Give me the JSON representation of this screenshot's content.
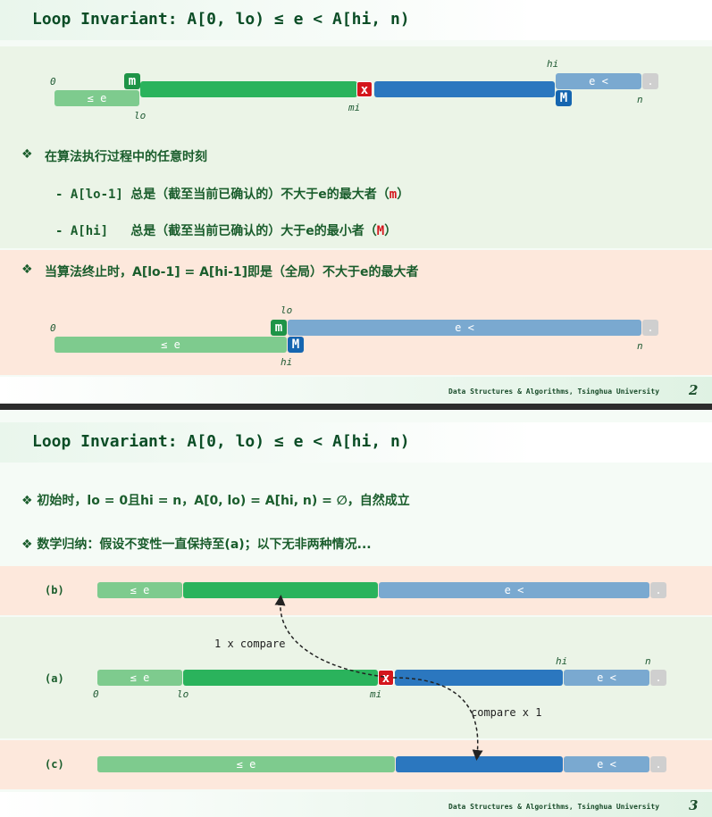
{
  "slide1": {
    "title": "Loop Invariant: A[0, lo) ≤ e < A[hi, n)",
    "diagram1": {
      "seg_le": "≤ e",
      "seg_gt": "e <",
      "seg_end": ".",
      "tag_m": "m",
      "tag_M": "M",
      "tag_x": "x",
      "label_0": "0",
      "label_lo": "lo",
      "label_mi": "mi",
      "label_hi": "hi",
      "label_n": "n"
    },
    "bullet_marker": "❖",
    "bullet1": "在算法执行过程中的任意时刻",
    "line1_prefix": "- A[lo-1] ",
    "line1_text": "总是（截至当前已确认的）不大于e的最大者（",
    "line1_mark": "m",
    "line1_close": "）",
    "line2_prefix": "- A[hi]   ",
    "line2_text": "总是（截至当前已确认的）大于e的最小者（",
    "line2_mark": "M",
    "line2_close": "）",
    "bullet2": "当算法终止时，A[lo-1] = A[hi-1]即是（全局）不大于e的最大者",
    "diagram2": {
      "seg_le": "≤ e",
      "seg_gt": "e <",
      "seg_end": ".",
      "tag_m": "m",
      "tag_M": "M",
      "label_0": "0",
      "label_lo": "lo",
      "label_hi": "hi",
      "label_n": "n"
    },
    "footer": "Data Structures & Algorithms, Tsinghua University",
    "page_num": "2"
  },
  "slide2": {
    "title": "Loop Invariant: A[0, lo) ≤ e < A[hi, n)",
    "bullet1": "❖ 初始时，lo = 0且hi = n，A[0, lo) = A[hi, n) = ∅，自然成立",
    "bullet2": "❖ 数学归纳：假设不变性一直保持至(a)；以下无非两种情况...",
    "row_b": {
      "label": "(b)",
      "seg_le": "≤ e",
      "seg_gt": "e <",
      "seg_end": "."
    },
    "row_a": {
      "label": "(a)",
      "seg_le": "≤ e",
      "seg_gt": "e <",
      "seg_end": ".",
      "tag_x": "x",
      "label_0": "0",
      "label_lo": "lo",
      "label_mi": "mi",
      "label_hi": "hi",
      "label_n": "n"
    },
    "row_c": {
      "label": "(c)",
      "seg_le": "≤ e",
      "seg_gt": "e <",
      "seg_end": "."
    },
    "annot_left": "1 x compare",
    "annot_right": "compare x 1",
    "footer": "Data Structures & Algorithms, Tsinghua University",
    "page_num": "3"
  }
}
